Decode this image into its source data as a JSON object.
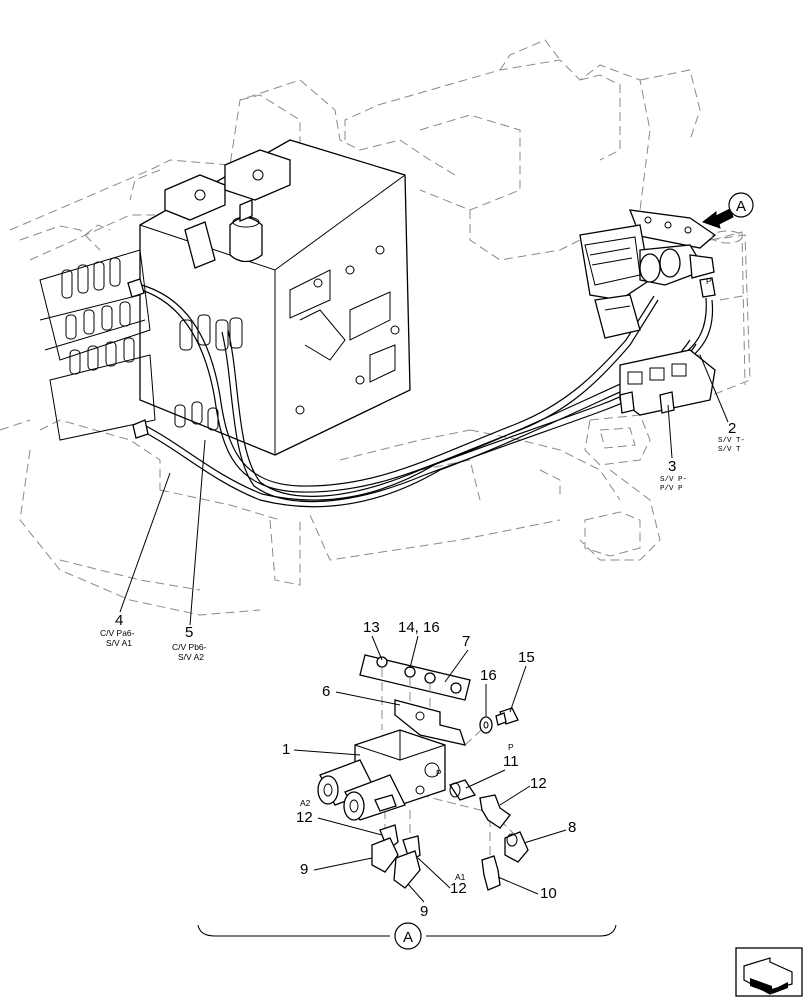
{
  "callouts": {
    "c1": "1",
    "c2": "2",
    "c3": "3",
    "c4": "4",
    "c5": "5",
    "c6": "6",
    "c7": "7",
    "c8": "8",
    "c9a": "9",
    "c9b": "9",
    "c10": "10",
    "c11": "11",
    "c12a": "12",
    "c12b": "12",
    "c12c": "12",
    "c13": "13",
    "c14_16": "14, 16",
    "c15": "15",
    "c16": "16"
  },
  "sublabels": {
    "c4_line1": "C/V Pa6-",
    "c4_line2": "S/V A1",
    "c5_line1": "C/V Pb6-",
    "c5_line2": "S/V A2",
    "c2_line1": "S/V T-",
    "c2_line2": "S/V T",
    "c3_line1": "S/V P-",
    "c3_line2": "P/V P",
    "port_p": "P",
    "port_a1": "A1",
    "port_a2": "A2",
    "valve_port_p": "P"
  },
  "view": {
    "arrow_label": "A",
    "section_label": "A"
  },
  "icons": {
    "nav": "next-page-arrow-icon"
  }
}
